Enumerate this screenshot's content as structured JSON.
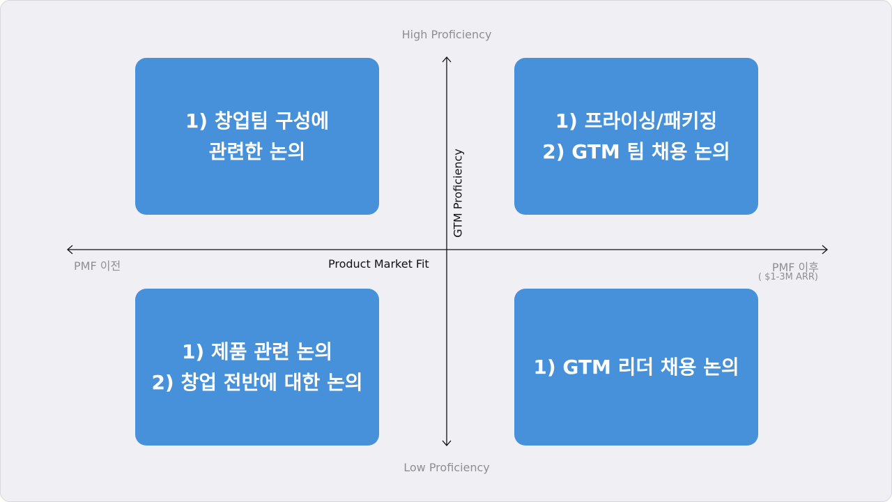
{
  "axes": {
    "top_label": "High Proficiency",
    "bottom_label": "Low Proficiency",
    "left_label": "PMF 이전",
    "right_label": "PMF 이후",
    "right_sublabel": "( $1-3M ARR)",
    "x_axis_title": "Product Market Fit",
    "y_axis_title": "GTM Proficiency"
  },
  "quadrants": {
    "top_left": {
      "lines": [
        "1) 창업팀 구성에",
        "관련한 논의"
      ]
    },
    "top_right": {
      "lines": [
        "1) 프라이싱/패키징",
        "2) GTM 팀 채용 논의"
      ]
    },
    "bottom_left": {
      "lines": [
        "1) 제품 관련 논의",
        "2) 창업 전반에 대한 논의"
      ]
    },
    "bottom_right": {
      "lines": [
        "1) GTM 리더 채용 논의"
      ]
    }
  },
  "colors": {
    "background": "#f0eff4",
    "quadrant_fill": "#4691d9",
    "quadrant_text": "#ffffff",
    "muted_label": "#8e8e93",
    "axis_line": "#111111"
  }
}
